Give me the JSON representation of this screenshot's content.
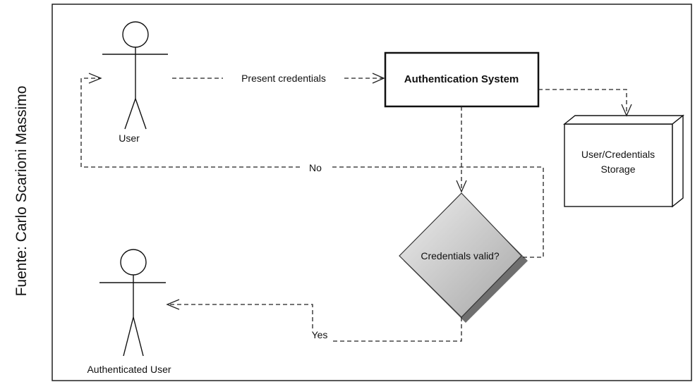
{
  "source_credit": "Fuente: Carlo Scarioni Massimo",
  "actors": {
    "user": {
      "label": "User"
    },
    "authenticated_user": {
      "label": "Authenticated User"
    }
  },
  "nodes": {
    "auth_system": {
      "label": "Authentication System"
    },
    "storage": {
      "line1": "User/Credentials",
      "line2": "Storage"
    },
    "decision": {
      "label": "Credentials valid?"
    }
  },
  "edges": {
    "present_credentials": {
      "label": "Present credentials"
    },
    "no": {
      "label": "No"
    },
    "yes": {
      "label": "Yes"
    }
  },
  "colors": {
    "line": "#222222",
    "diamond_light": "#e6e6e6",
    "diamond_dark": "#a9a9a9",
    "diamond_shadow": "#6f6f6f"
  }
}
